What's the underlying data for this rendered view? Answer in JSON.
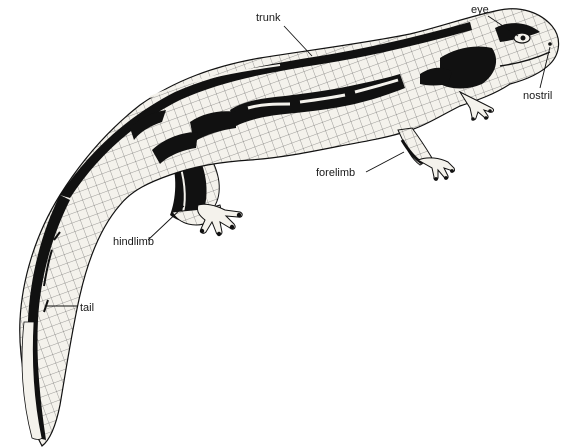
{
  "diagram": {
    "labels": {
      "trunk": "trunk",
      "eye": "eye",
      "nostril": "nostril",
      "forelimb": "forelimb",
      "hindlimb": "hindlimb",
      "tail": "tail"
    }
  },
  "colors": {
    "ink": "#111111",
    "skin": "#f4f2ec",
    "background": "#ffffff"
  }
}
